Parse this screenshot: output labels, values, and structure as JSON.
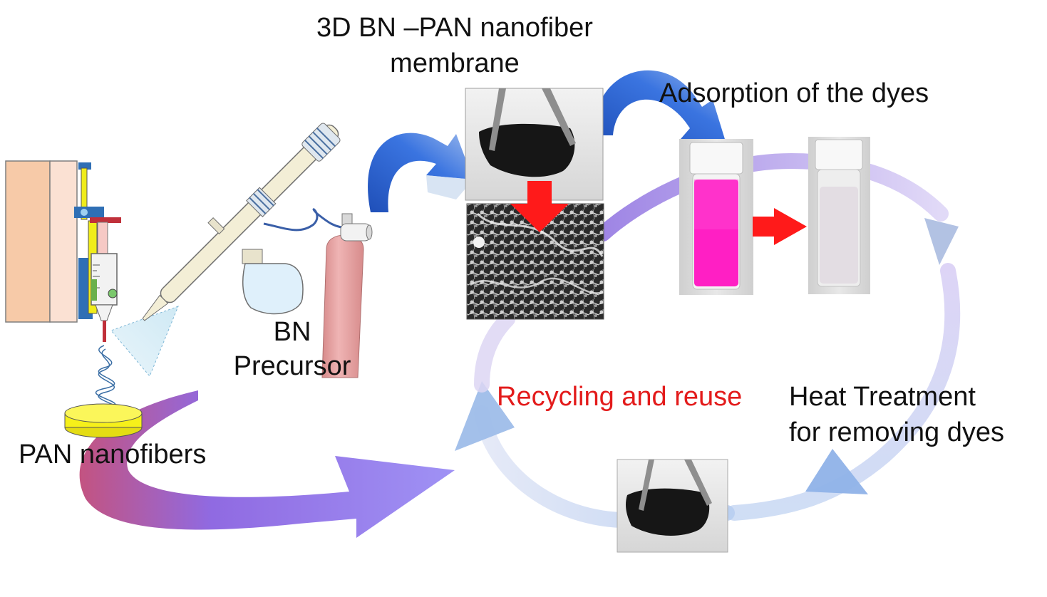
{
  "labels": {
    "membrane_title_line1": "3D BN –PAN nanofiber",
    "membrane_title_line2": "membrane",
    "adsorption": "Adsorption of the dyes",
    "bn_line1": "BN",
    "bn_line2": "Precursor",
    "pan_nanofibers": "PAN nanofibers",
    "recycling": "Recycling and reuse",
    "heat_line1": "Heat Treatment",
    "heat_line2": "for  removing dyes"
  },
  "icons": {
    "electrospinning": "electrospinning-apparatus-icon",
    "spray_gun": "airbrush-spray-gun-icon",
    "gas_bottle": "gas-cylinder-icon",
    "collector": "collector-plate-icon"
  },
  "colors": {
    "text": "#111111",
    "recycling_text": "#e31b1b",
    "blue_arrow": "#2a5fc9",
    "red_arrow": "#ff1a1a",
    "dye_pink": "#ff1fc4",
    "cycle_purple": "#a88be8",
    "cycle_blue": "#8fb2e8",
    "cylinder_pink": "#e9a0a0",
    "collector_yellow": "#f6f01a"
  }
}
